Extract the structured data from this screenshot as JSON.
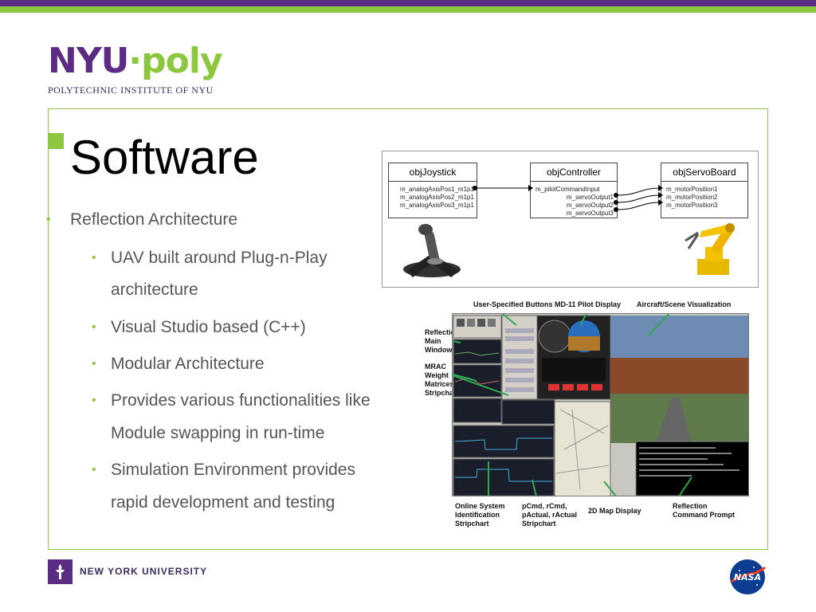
{
  "header": {
    "logo_nyu": "NYU",
    "logo_dot": "·",
    "logo_poly": "poly",
    "logo_sub": "POLYTECHNIC INSTITUTE OF NYU"
  },
  "slide": {
    "title": "Software",
    "bullets": [
      "Reflection Architecture",
      "UAV built around Plug-n-Play",
      "architecture",
      "Visual Studio based (C++)",
      "Modular Architecture",
      "Provides various functionalities like",
      "Module swapping in run-time",
      "Simulation Environment provides",
      "rapid development and testing"
    ]
  },
  "diagram": {
    "joystick": {
      "title": "objJoystick",
      "ports": [
        "m_analogAxisPos1_m1p1",
        "m_analogAxisPos2_m1p1",
        "m_analogAxisPos3_m1p1"
      ]
    },
    "controller": {
      "title": "objController",
      "input": "m_pilotCommandInput",
      "outputs": [
        "m_servoOutput1",
        "m_servoOutput2",
        "m_servoOutput3"
      ]
    },
    "servo": {
      "title": "objServoBoard",
      "ports": [
        "m_motorPosition1",
        "m_motorPosition2",
        "m_motorPosition3"
      ]
    }
  },
  "screenshot_labels": {
    "user_buttons": "User-Specified Buttons",
    "pilot_display": "MD-11 Pilot Display",
    "scene_vis": "Aircraft/Scene Visualization",
    "reflection_main": [
      "Reflection",
      "Main",
      "Window"
    ],
    "mrac": [
      "MRAC",
      "Weight",
      "Matrices",
      "Stripcharts"
    ],
    "online_sysid": [
      "Online System",
      "Identification",
      "Stripchart"
    ],
    "pcmd": [
      "pCmd, rCmd,",
      "pActual, rActual",
      "Stripchart"
    ],
    "map_display": "2D Map Display",
    "cmd_prompt": [
      "Reflection",
      "Command Prompt"
    ]
  },
  "footer": {
    "university": "NEW YORK UNIVERSITY",
    "nasa": "NASA"
  },
  "colors": {
    "purple": "#5b2c83",
    "green": "#8dc63f",
    "nasa_blue": "#0b3d91",
    "nasa_red": "#fc3d21"
  }
}
